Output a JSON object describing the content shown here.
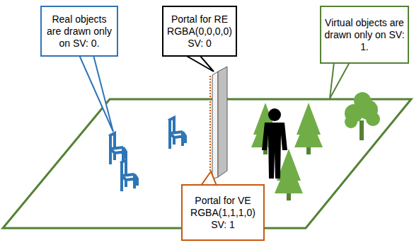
{
  "diagram": {
    "nodes": [
      {
        "text": [
          "Real objects are drawn only on SV: 0."
        ]
      },
      {
        "text": [
          "Portal for RE",
          "RGBA(0,0,0,0)",
          "SV: 0"
        ]
      },
      {
        "text": [
          "Virtual objects are drawn only on SV: 1."
        ]
      },
      {
        "text": [
          "Portal for VE",
          "RGBA(1,1,1,0)",
          "SV: 1"
        ]
      }
    ]
  }
}
